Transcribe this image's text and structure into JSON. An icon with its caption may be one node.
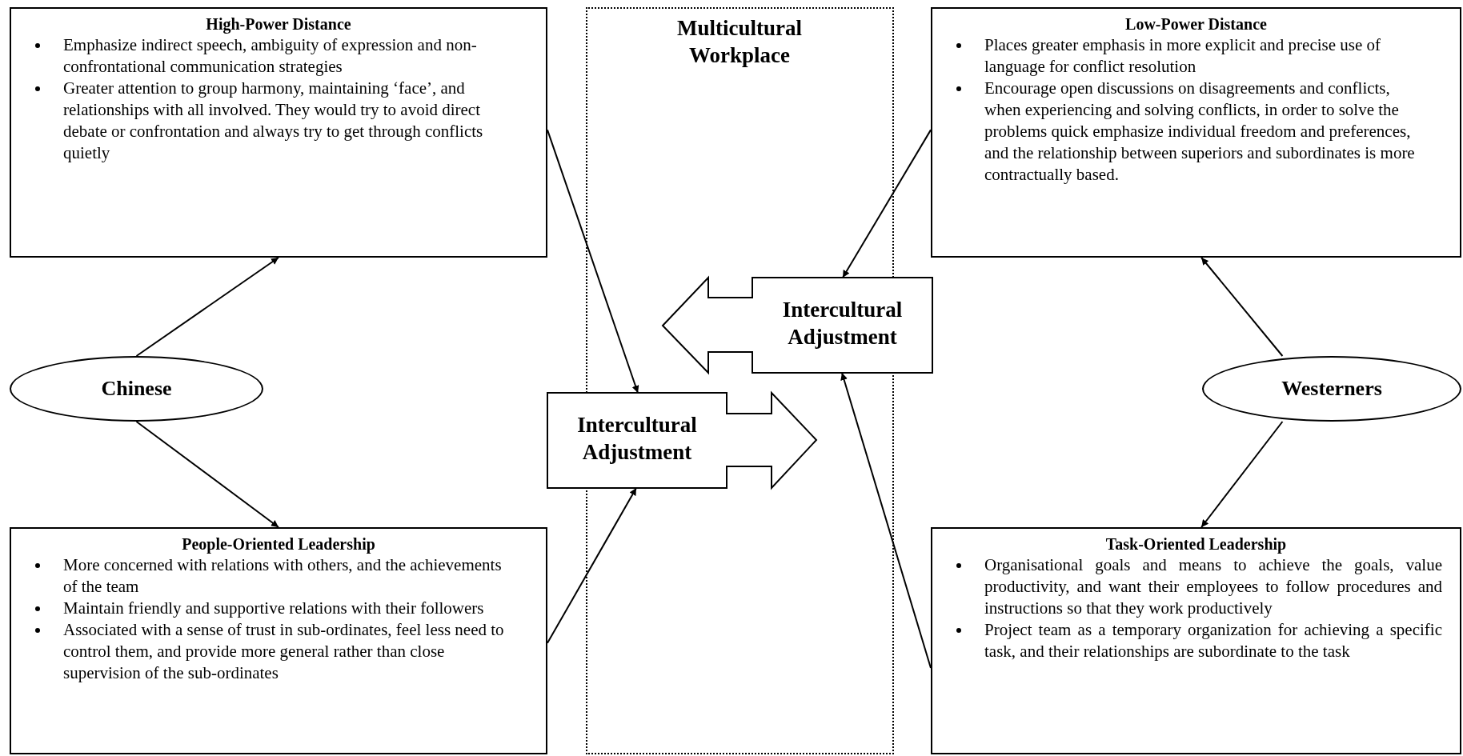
{
  "diagram": {
    "nodes": [
      {
        "text": [
          "High-Power Distance",
          "Emphasize indirect speech, ambiguity of expression and non-confrontational communication strategies",
          "Greater attention to group harmony, maintaining ‘face’, and relationships with all involved. They would try to avoid direct debate or confrontation and always try to get through conflicts quietly"
        ]
      },
      {
        "text": [
          "Low-Power Distance",
          "Places greater emphasis in more explicit and precise use of language for conflict resolution",
          "Encourage open discussions on disagreements and conflicts, when experiencing and solving conflicts, in order to solve the problems quick emphasize individual freedom and preferences, and the relationship between superiors and subordinates is more contractually based."
        ]
      },
      {
        "text": [
          "Chinese"
        ]
      },
      {
        "text": [
          "Westerners"
        ]
      },
      {
        "text": [
          "Intercultural Adjustment"
        ]
      },
      {
        "text": [
          "Intercultural Adjustment"
        ]
      },
      {
        "text": [
          "People-Oriented Leadership",
          "More concerned with relations with others, and the achievements of the team",
          "Maintain friendly and supportive relations with their followers",
          "Associated with a sense of trust in sub-ordinates, feel less need to control them, and provide more general rather than close supervision of the sub-ordinates"
        ]
      },
      {
        "text": [
          "Task-Oriented Leadership",
          "Organisational goals and means to achieve the goals, value productivity, and want their employees to follow procedures and instructions so that they work productively",
          "Project team as a temporary organization for achieving a specific task, and their relationships are subordinate to the task"
        ]
      }
    ],
    "edges": [
      {
        "from": 2,
        "to": 0,
        "arrow": "to"
      },
      {
        "from": 2,
        "to": 6,
        "arrow": "to"
      },
      {
        "from": 3,
        "to": 1,
        "arrow": "to"
      },
      {
        "from": 3,
        "to": 7,
        "arrow": "to"
      },
      {
        "from": 0,
        "to": 5,
        "arrow": "to"
      },
      {
        "from": 6,
        "to": 5,
        "arrow": "to"
      },
      {
        "from": 1,
        "to": 4,
        "arrow": "to"
      },
      {
        "from": 7,
        "to": 4,
        "arrow": "to"
      }
    ],
    "labels": [
      "Multicultural Workplace"
    ]
  }
}
